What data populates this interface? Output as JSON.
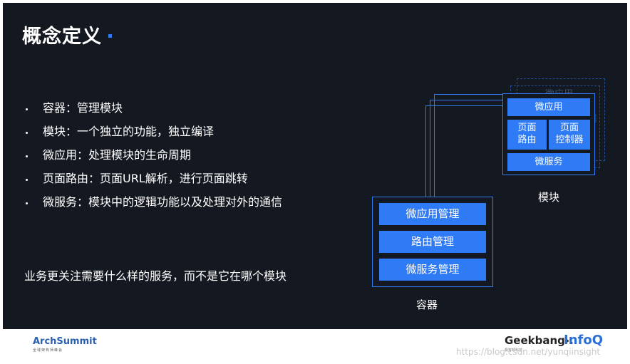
{
  "slide": {
    "title": "概念定义"
  },
  "bullets": [
    "容器：管理模块",
    "模块：一个独立的功能，独立编译",
    "微应用：处理模块的生命周期",
    "页面路由：页面URL解析，进行页面跳转",
    "微服务：模块中的逻辑功能以及处理对外的通信"
  ],
  "summary": "业务更关注需要什么样的服务，而不是它在哪个模块",
  "diagram": {
    "container": {
      "items": [
        "微应用管理",
        "路由管理",
        "微服务管理"
      ],
      "label": "容器"
    },
    "module": {
      "micro_app": "微应用",
      "page": "页面",
      "route": "路由",
      "controller": "控制器",
      "micro_service": "微服务",
      "label": "模块",
      "ghost_text_1": "微应用",
      "ghost_text_2": "器",
      "ghost_text_3": "器"
    }
  },
  "footer": {
    "arch_logo": "ArchSummit",
    "arch_sub": "全球架构师峰会",
    "geek_logo": "Geekbang›.",
    "geek_sub": "极客邦科技",
    "infoq_logo": "InfoQ",
    "watermark": "https://blog.csdn.net/yunqiinsight"
  },
  "colors": {
    "slide_bg": "#141820",
    "accent": "#2f7bf5"
  }
}
